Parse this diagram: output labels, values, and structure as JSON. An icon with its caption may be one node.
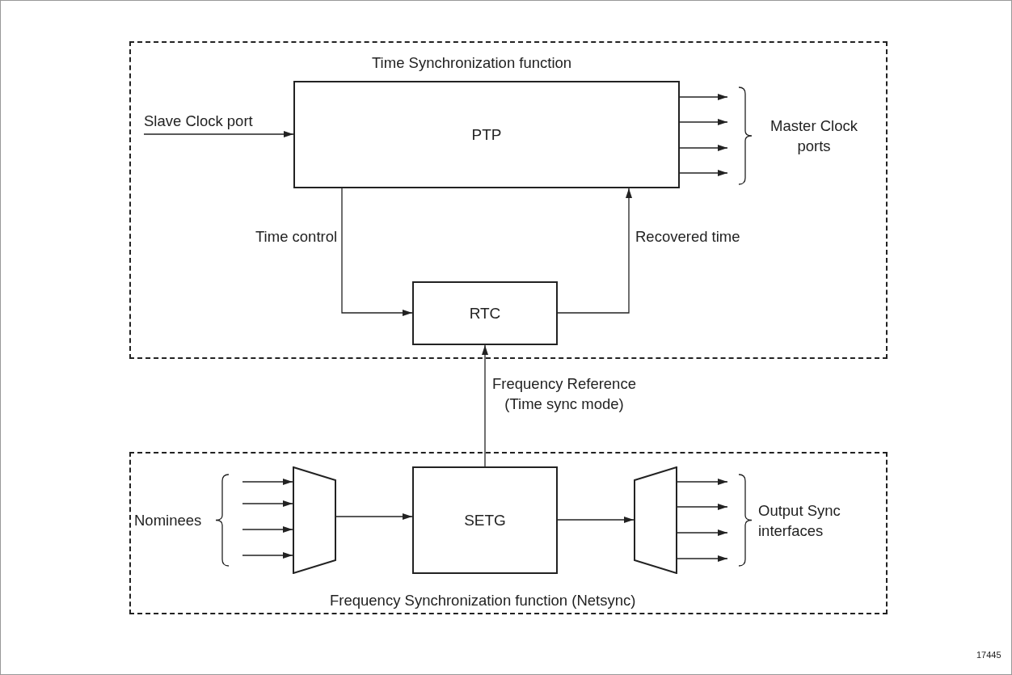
{
  "diagram": {
    "nodes": [
      {
        "text": [
          "Time Synchronization function"
        ]
      },
      {
        "text": [
          "PTP"
        ],
        "in": 0
      },
      {
        "text": [
          "RTC"
        ],
        "in": 0
      },
      {
        "text": [
          "Frequency Synchronization function (Netsync)"
        ]
      },
      {
        "text": [],
        "shape": "trapezoid",
        "in": 3
      },
      {
        "text": [
          "SETG"
        ],
        "in": 3
      },
      {
        "text": [],
        "shape": "trapezoid",
        "in": 3
      },
      {
        "text": [
          "Master Clock ports"
        ],
        "in": 0
      },
      {
        "text": [
          "Nominees"
        ],
        "in": 3
      },
      {
        "text": [
          "Output Sync interfaces"
        ],
        "in": 3
      }
    ],
    "edges": [
      {
        "from": null,
        "to": 1,
        "arrow": "to",
        "label": "Slave Clock port"
      },
      {
        "from": 1,
        "to": 7,
        "arrow": "to"
      },
      {
        "from": 1,
        "to": 7,
        "arrow": "to"
      },
      {
        "from": 1,
        "to": 7,
        "arrow": "to"
      },
      {
        "from": 1,
        "to": 7,
        "arrow": "to"
      },
      {
        "from": 1,
        "to": 2,
        "arrow": "to",
        "label": "Time control"
      },
      {
        "from": 2,
        "to": 1,
        "arrow": "to",
        "label": "Recovered time"
      },
      {
        "from": 5,
        "to": 2,
        "arrow": "to",
        "label": "Frequency Reference (Time sync mode)"
      },
      {
        "from": 8,
        "to": 4,
        "arrow": "to"
      },
      {
        "from": 8,
        "to": 4,
        "arrow": "to"
      },
      {
        "from": 8,
        "to": 4,
        "arrow": "to"
      },
      {
        "from": 8,
        "to": 4,
        "arrow": "to"
      },
      {
        "from": 4,
        "to": 5,
        "arrow": "to"
      },
      {
        "from": 5,
        "to": 6,
        "arrow": "to"
      },
      {
        "from": 6,
        "to": 9,
        "arrow": "to"
      },
      {
        "from": 6,
        "to": 9,
        "arrow": "to"
      },
      {
        "from": 6,
        "to": 9,
        "arrow": "to"
      },
      {
        "from": 6,
        "to": 9,
        "arrow": "to"
      }
    ],
    "labels": [
      "17445"
    ]
  }
}
